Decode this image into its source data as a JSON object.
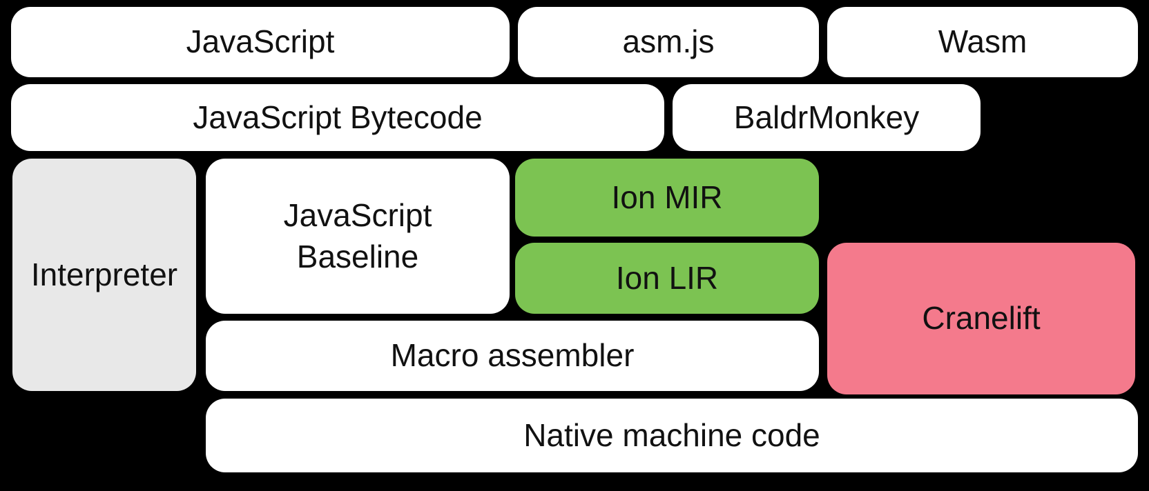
{
  "title": "SpiderMonkey compilation pipeline diagram",
  "colors": {
    "background": "#000000",
    "box": "#ffffff",
    "text": "#111111",
    "gray": "#e8e8e8",
    "green": "#7cc352",
    "pink": "#f47a8c"
  },
  "boxes": {
    "javascript": {
      "label": "JavaScript"
    },
    "asmjs": {
      "label": "asm.js"
    },
    "wasm": {
      "label": "Wasm"
    },
    "js_bytecode": {
      "label": "JavaScript Bytecode"
    },
    "baldrmonkey": {
      "label": "BaldrMonkey"
    },
    "interpreter": {
      "label": "Interpreter"
    },
    "js_baseline": {
      "label": "JavaScript Baseline"
    },
    "ion_mir": {
      "label": "Ion MIR"
    },
    "ion_lir": {
      "label": "Ion LIR"
    },
    "cranelift": {
      "label": "Cranelift"
    },
    "macro_assembler": {
      "label": "Macro assembler"
    },
    "native_code": {
      "label": "Native machine code"
    }
  }
}
